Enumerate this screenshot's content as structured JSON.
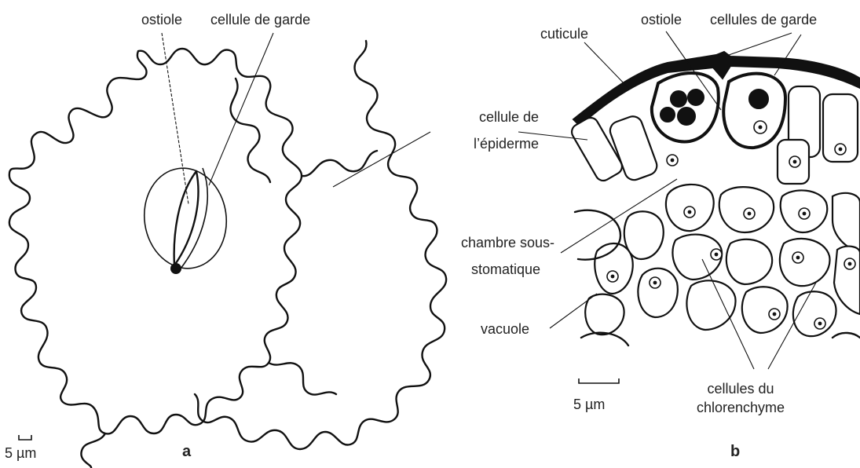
{
  "panel_a": {
    "label": "a",
    "ostiole": "ostiole",
    "cellule_de_garde": "cellule de garde",
    "epiderme_line1": "cellule de",
    "epiderme_line2": "l’épiderme",
    "scale": "5 µm"
  },
  "panel_b": {
    "label": "b",
    "cuticule": "cuticule",
    "ostiole": "ostiole",
    "cellules_de_garde": "cellules de garde",
    "chambre_line1": "chambre sous-",
    "chambre_line2": "stomatique",
    "vacuole": "vacuole",
    "chlorenchyme_line1": "cellules du",
    "chlorenchyme_line2": "chlorenchyme",
    "scale": "5 µm"
  }
}
